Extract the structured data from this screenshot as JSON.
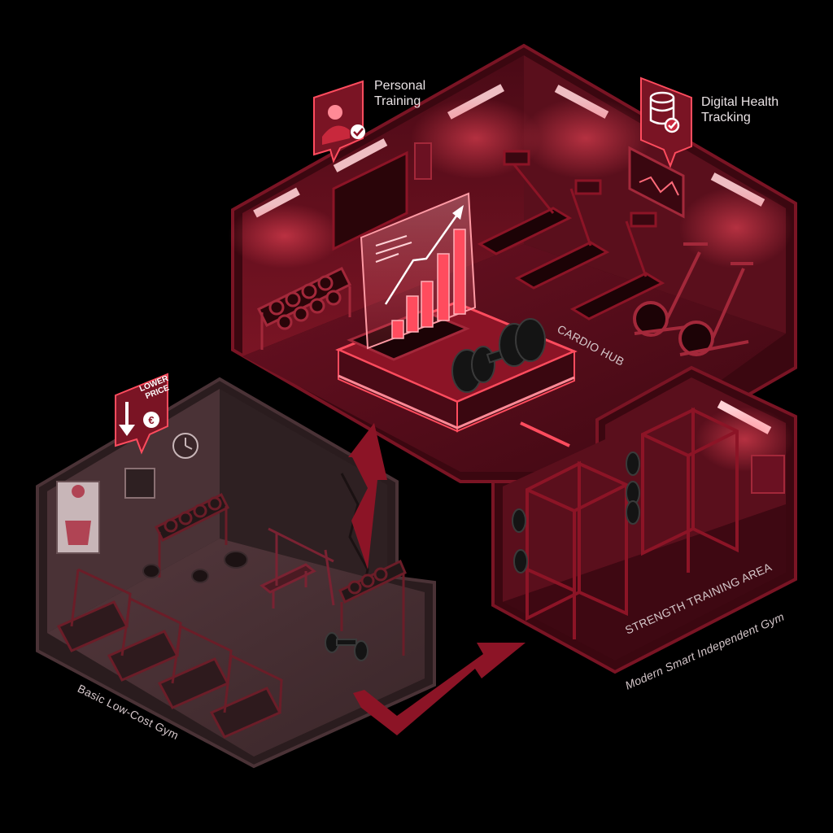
{
  "labels": {
    "personal_training": "Personal\nTraining",
    "digital_health": "Digital Health\nTracking",
    "cardio_hub": "CARDIO HUB",
    "strength_area": "STRENGTH TRAINING AREA",
    "modern_gym": "Modern Smart Independent Gym",
    "basic_gym": "Basic Low-Cost Gym",
    "lower_price": "LOWER\nPRICE"
  },
  "icons": {
    "personal_training": "trainer-check-icon",
    "digital_health": "database-check-icon",
    "lower_price": "down-arrow-euro-icon",
    "wall_clock": "clock-icon"
  },
  "colors": {
    "background": "#000000",
    "modern_room_floor": "#5a0f1c",
    "modern_room_wall": "#7a1424",
    "accent_glow": "#ff4c5e",
    "basic_room_floor": "#4a3236",
    "basic_room_wall": "#3a2a2d",
    "arrow": "#8c1426",
    "label_text": "#e9e2e4"
  }
}
